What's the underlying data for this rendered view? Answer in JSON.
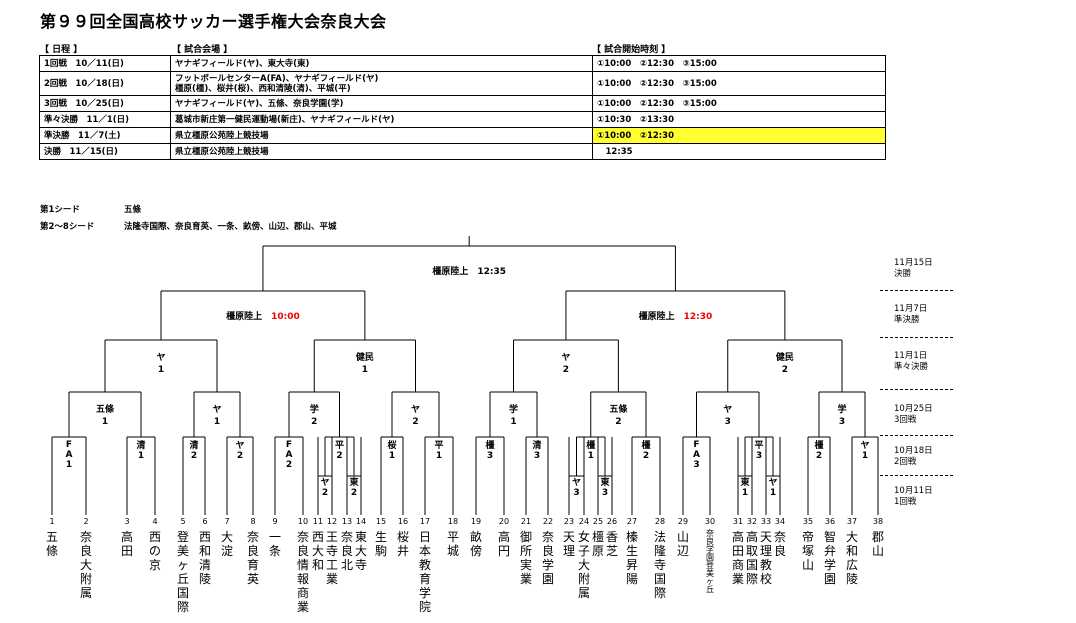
{
  "title": "第９９回全国高校サッカー選手権大会奈良大会",
  "headers": {
    "date": "【 日程 】",
    "venue": "【 試合会場 】",
    "time": "【 試合開始時刻 】"
  },
  "schedule": [
    {
      "round": "1回戦　10／11(日)",
      "venue": "ヤナギフィールド(ヤ)、東大寺(東)",
      "venue2": "",
      "time": "①10:00　②12:30　③15:00"
    },
    {
      "round": "2回戦　10／18(日)",
      "venue": "フットボールセンターA(FA)、ヤナギフィールド(ヤ)",
      "venue2": "橿原(橿)、桜井(桜)、西和清陵(清)、平城(平)",
      "time": "①10:00　②12:30　③15:00"
    },
    {
      "round": "3回戦　10／25(日)",
      "venue": "ヤナギフィールド(ヤ)、五條、奈良学園(学)",
      "venue2": "",
      "time": "①10:00　②12:30　③15:00"
    },
    {
      "round": "準々決勝　11／1(日)",
      "venue": "葛城市新庄第一健民運動場(新庄)、ヤナギフィールド(ヤ)",
      "venue2": "",
      "time": "①10:30　②13:30"
    },
    {
      "round": "準決勝　11／7(土)",
      "venue": "県立橿原公苑陸上競技場",
      "venue2": "",
      "time": "①10:00　②12:30"
    },
    {
      "round": "決勝　11／15(日)",
      "venue": "県立橿原公苑陸上競技場",
      "venue2": "",
      "time": "　12:35"
    }
  ],
  "seeds": {
    "first_label": "第1シード",
    "first": "五條",
    "second_label": "第2～8シード",
    "second": "法隆寺国際、奈良育英、一条、畝傍、山辺、郡山、平城"
  },
  "round_labels": [
    {
      "date": "11月15日",
      "name": "決勝"
    },
    {
      "date": "11月7日",
      "name": "準決勝"
    },
    {
      "date": "11月1日",
      "name": "準々決勝"
    },
    {
      "date": "10月25日",
      "name": "3回戦"
    },
    {
      "date": "10月18日",
      "name": "2回戦"
    },
    {
      "date": "10月11日",
      "name": "1回戦"
    }
  ],
  "final": {
    "venue": "橿原陸上",
    "time": "12:35"
  },
  "semis": [
    {
      "venue": "橿原陸上",
      "time": "10:00"
    },
    {
      "venue": "橿原陸上",
      "time": "12:30"
    }
  ],
  "qf": [
    {
      "venue": "ヤ",
      "num": "1"
    },
    {
      "venue": "健民",
      "num": "1"
    },
    {
      "venue": "ヤ",
      "num": "2"
    },
    {
      "venue": "健民",
      "num": "2"
    }
  ],
  "r3": [
    {
      "venue": "五條",
      "num": "1"
    },
    {
      "venue": "ヤ",
      "num": "1"
    },
    {
      "venue": "学",
      "num": "2"
    },
    {
      "venue": "ヤ",
      "num": "2"
    },
    {
      "venue": "学",
      "num": "1"
    },
    {
      "venue": "五條",
      "num": "2"
    },
    {
      "venue": "ヤ",
      "num": "3"
    },
    {
      "venue": "学",
      "num": "3"
    }
  ],
  "r2": [
    "FA1",
    "清1",
    "清2",
    "ヤ2",
    "FA2",
    "平2",
    "桜1",
    "平1",
    "橿3",
    "清3",
    "橿1",
    "橿2",
    "FA3",
    "平3",
    "橿2",
    "ヤ1"
  ],
  "r1": [
    "ヤ2",
    "東2",
    "ヤ3",
    "東3",
    "東1",
    "ヤ1"
  ],
  "teams": [
    {
      "num": "1",
      "name": "五條"
    },
    {
      "num": "2",
      "name": "奈良大附属"
    },
    {
      "num": "3",
      "name": "高田"
    },
    {
      "num": "4",
      "name": "西の京"
    },
    {
      "num": "5",
      "name": "登美ヶ丘国際"
    },
    {
      "num": "6",
      "name": "西和清陵"
    },
    {
      "num": "7",
      "name": "大淀"
    },
    {
      "num": "8",
      "name": "奈良育英"
    },
    {
      "num": "9",
      "name": "一条"
    },
    {
      "num": "10",
      "name": "奈良情報商業"
    },
    {
      "num": "11",
      "name": "西大和"
    },
    {
      "num": "12",
      "name": "王寺工業"
    },
    {
      "num": "13",
      "name": "奈良北"
    },
    {
      "num": "14",
      "name": "東大寺"
    },
    {
      "num": "15",
      "name": "生駒"
    },
    {
      "num": "16",
      "name": "桜井"
    },
    {
      "num": "17",
      "name": "日本教育学院"
    },
    {
      "num": "18",
      "name": "平城"
    },
    {
      "num": "19",
      "name": "畝傍"
    },
    {
      "num": "20",
      "name": "高円"
    },
    {
      "num": "21",
      "name": "御所実業"
    },
    {
      "num": "22",
      "name": "奈良学園"
    },
    {
      "num": "23",
      "name": "天理"
    },
    {
      "num": "24",
      "name": "女子大附属"
    },
    {
      "num": "25",
      "name": "橿原"
    },
    {
      "num": "26",
      "name": "香芝"
    },
    {
      "num": "27",
      "name": "榛生昇陽"
    },
    {
      "num": "28",
      "name": "法隆寺国際"
    },
    {
      "num": "29",
      "name": "山辺"
    },
    {
      "num": "30",
      "name": "奈良学園登美ヶ丘"
    },
    {
      "num": "31",
      "name": "高田商業"
    },
    {
      "num": "32",
      "name": "高取国際"
    },
    {
      "num": "33",
      "name": "天理教校"
    },
    {
      "num": "34",
      "name": "奈良"
    },
    {
      "num": "35",
      "name": "帝塚山"
    },
    {
      "num": "36",
      "name": "智弁学園"
    },
    {
      "num": "37",
      "name": "大和広陵"
    },
    {
      "num": "38",
      "name": "郡山"
    }
  ]
}
